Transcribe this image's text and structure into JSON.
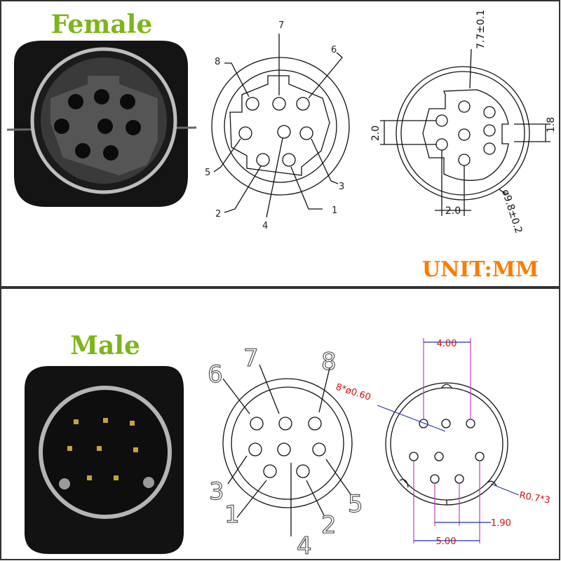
{
  "female": {
    "title": "Female",
    "pin_labels": [
      "1",
      "2",
      "3",
      "4",
      "5",
      "6",
      "7",
      "8"
    ],
    "dimensions": {
      "inner_diameter": "7.7±0.1",
      "key_width": "1.8",
      "pin_spacing_vertical": "2.0",
      "pin_spacing_horizontal": "2.0",
      "outer_diameter": "ø9.8±0.2"
    },
    "unit": "UNIT:MM"
  },
  "male": {
    "title": "Male",
    "pin_labels": [
      "1",
      "2",
      "3",
      "4",
      "5",
      "6",
      "7",
      "8"
    ],
    "dimensions": {
      "top_span": "4.00",
      "pin_hole": "8*ø0.60",
      "radius": "R0.7*3",
      "bottom_pair": "1.90",
      "bottom_span": "5.00"
    }
  },
  "colors": {
    "title_green": "#7cb518",
    "unit_orange": "#ff7a00",
    "dim_red": "#d01010",
    "dim_magenta": "#c040c0",
    "dim_blue": "#2030a0"
  }
}
